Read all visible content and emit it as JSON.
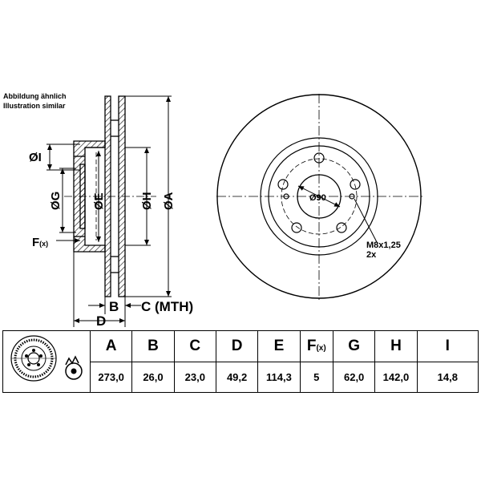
{
  "note": {
    "line1": "Abbildung ähnlich",
    "line2": "Illustration similar"
  },
  "labels": {
    "I": "ØI",
    "G": "ØG",
    "E": "ØE",
    "H": "ØH",
    "A": "ØA",
    "F": "F",
    "F_sub": "(x)",
    "B": "B",
    "C": "C (MTH)",
    "D": "D",
    "pcd": "Ø90",
    "thread": "M8x1,25",
    "thread_qty": "2x"
  },
  "table": {
    "headers": [
      "A",
      "B",
      "C",
      "D",
      "E",
      "F",
      "G",
      "H",
      "I"
    ],
    "header_F_sub": "(x)",
    "values": [
      "273,0",
      "26,0",
      "23,0",
      "49,2",
      "114,3",
      "5",
      "62,0",
      "142,0",
      "14,8"
    ]
  }
}
